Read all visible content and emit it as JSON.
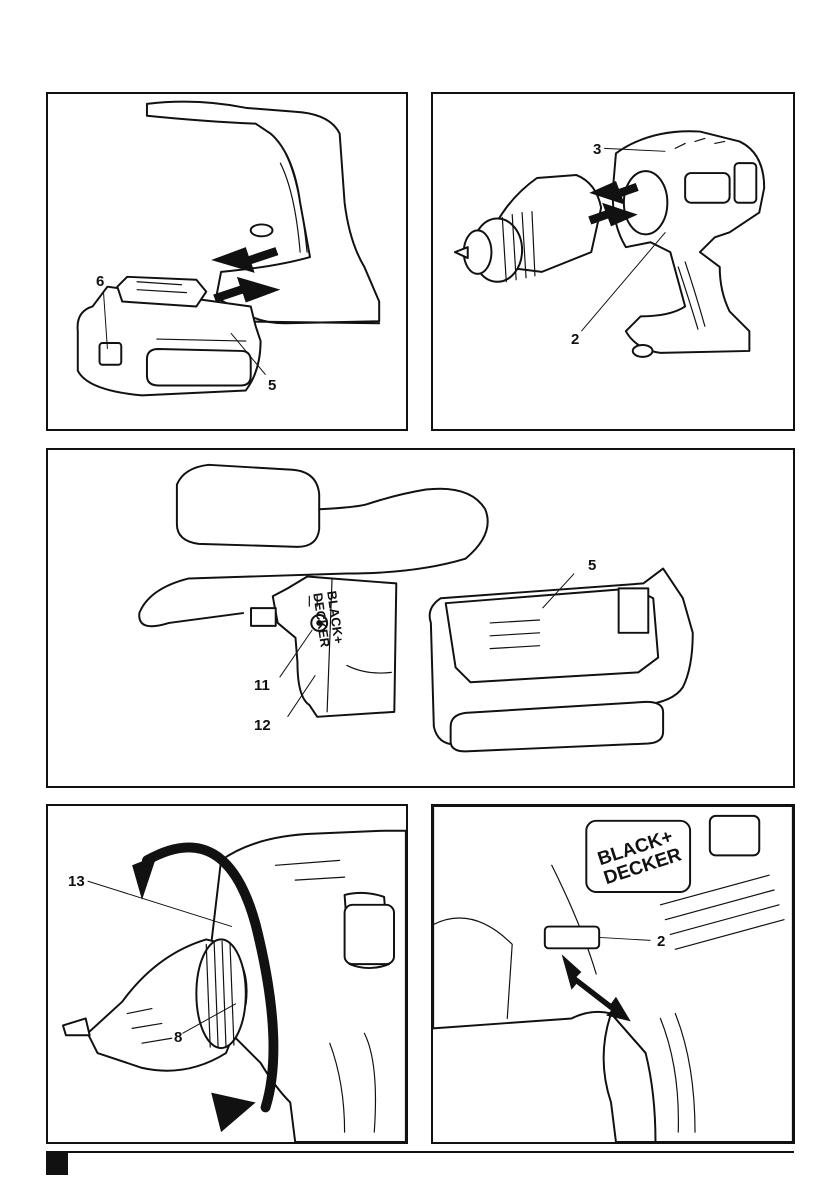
{
  "figure_1": {
    "labels": {
      "latch": "6",
      "battery": "5"
    }
  },
  "figure_2": {
    "labels": {
      "top": "3",
      "switch": "2"
    }
  },
  "figure_3": {
    "brand_line_1": "BLACK+",
    "brand_line_2": "DECKER",
    "labels": {
      "battery": "5",
      "button": "11",
      "charger": "12"
    }
  },
  "figure_4": {
    "labels": {
      "collar": "13",
      "chuck": "8"
    }
  },
  "figure_5": {
    "brand_line_1": "BLACK+",
    "brand_line_2": "DECKER",
    "labels": {
      "switch": "2"
    }
  },
  "colors": {
    "ink": "#111111",
    "paper": "#ffffff"
  }
}
